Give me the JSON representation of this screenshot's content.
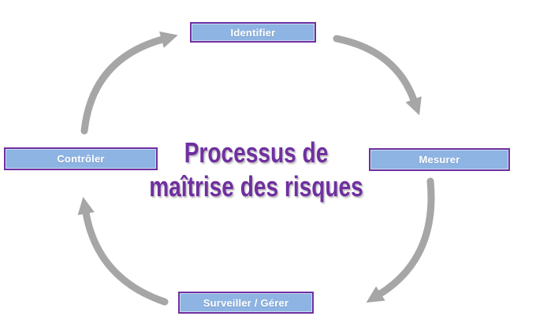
{
  "diagram": {
    "title": {
      "line1": "Processus de",
      "line2": "maîtrise des risques"
    },
    "nodes": {
      "identifier": {
        "label": "Identifier"
      },
      "mesurer": {
        "label": "Mesurer"
      },
      "surveiller": {
        "label": "Surveiller / Gérer"
      },
      "controler": {
        "label": "Contrôler"
      }
    },
    "arrows": [
      {
        "from": "Contrôler",
        "to": "Identifier"
      },
      {
        "from": "Identifier",
        "to": "Mesurer"
      },
      {
        "from": "Mesurer",
        "to": "Surveiller / Gérer"
      },
      {
        "from": "Surveiller / Gérer",
        "to": "Contrôler"
      }
    ],
    "colors": {
      "background": "#FFFFFF",
      "box_fill": "#8DB4E2",
      "box_border": "#7030A0",
      "box_text": "#FFFFFF",
      "title_text": "#7030A0",
      "arrow": "#A6A6A6"
    }
  }
}
